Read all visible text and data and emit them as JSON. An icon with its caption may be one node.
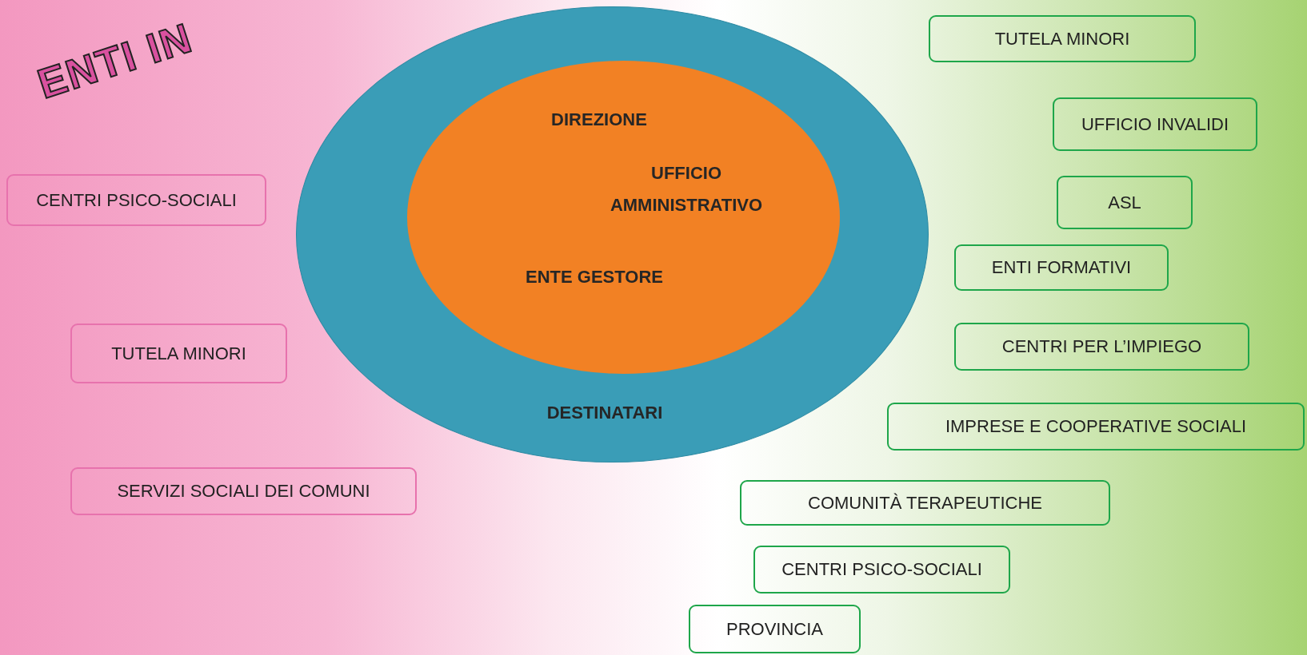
{
  "diagram": {
    "nodes": [
      {
        "text": [
          "DESTINATARI"
        ]
      },
      {
        "text": [
          "DIREZIONE",
          "UFFICIO AMMINISTRATIVO",
          "ENTE GESTORE"
        ],
        "in": 0
      },
      {
        "text": [
          "CENTRI PSICO-SOCIALI"
        ]
      },
      {
        "text": [
          "TUTELA MINORI"
        ]
      },
      {
        "text": [
          "SERVIZI SOCIALI DEI COMUNI"
        ]
      },
      {
        "text": [
          "TUTELA MINORI"
        ]
      },
      {
        "text": [
          "UFFICIO INVALIDI"
        ]
      },
      {
        "text": [
          "ASL"
        ]
      },
      {
        "text": [
          "ENTI FORMATIVI"
        ]
      },
      {
        "text": [
          "CENTRI PER L’IMPIEGO"
        ]
      },
      {
        "text": [
          "IMPRESE E COOPERATIVE SOCIALI"
        ]
      },
      {
        "text": [
          "COMUNITÀ TERAPEUTICHE"
        ]
      },
      {
        "text": [
          "CENTRI PSICO-SOCIALI"
        ]
      },
      {
        "text": [
          "PROVINCIA"
        ]
      }
    ],
    "labels": [
      "ENTI IN"
    ]
  }
}
